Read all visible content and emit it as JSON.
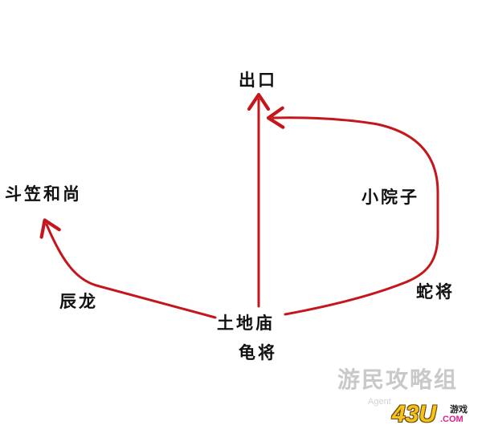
{
  "labels": {
    "exit": "出口",
    "douli_monk": "斗笠和尚",
    "small_courtyard": "小院子",
    "snake_general": "蛇将",
    "chen_dragon": "辰龙",
    "land_temple": "土地庙",
    "turtle_general": "龟将"
  },
  "watermark": {
    "site": "游民攻略组",
    "agent": "Agent",
    "logo_main": "43U",
    "logo_game": "游戏",
    "logo_domain": ".COM"
  },
  "colors": {
    "route": "#c4161c",
    "text": "#111111"
  }
}
